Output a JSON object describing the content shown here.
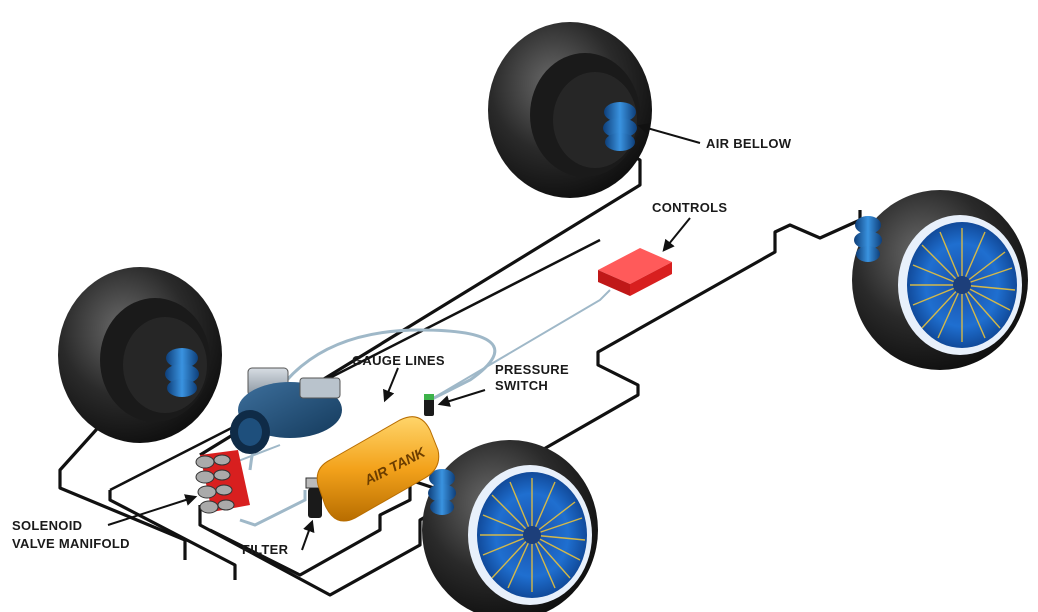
{
  "labels": {
    "air_bellow": "AIR BELLOW",
    "controls": "CONTROLS",
    "gauge_lines": "GAUGE LINES",
    "pressure_switch_line1": "PRESSURE",
    "pressure_switch_line2": "SWITCH",
    "air_tank": "AIR TANK",
    "solenoid_line1": "SOLENOID",
    "solenoid_line2": "VALVE MANIFOLD",
    "filter": "FILTER"
  },
  "colors": {
    "tire": "#2b2b2b",
    "bellow": "#1f6fb5",
    "controls": "#d81f1f",
    "tank": "#f3a21b",
    "rim": "#1d63c9",
    "spokes": "#e8c23c",
    "hose": "#111111",
    "gauge_hose": "#9fb8c8"
  }
}
